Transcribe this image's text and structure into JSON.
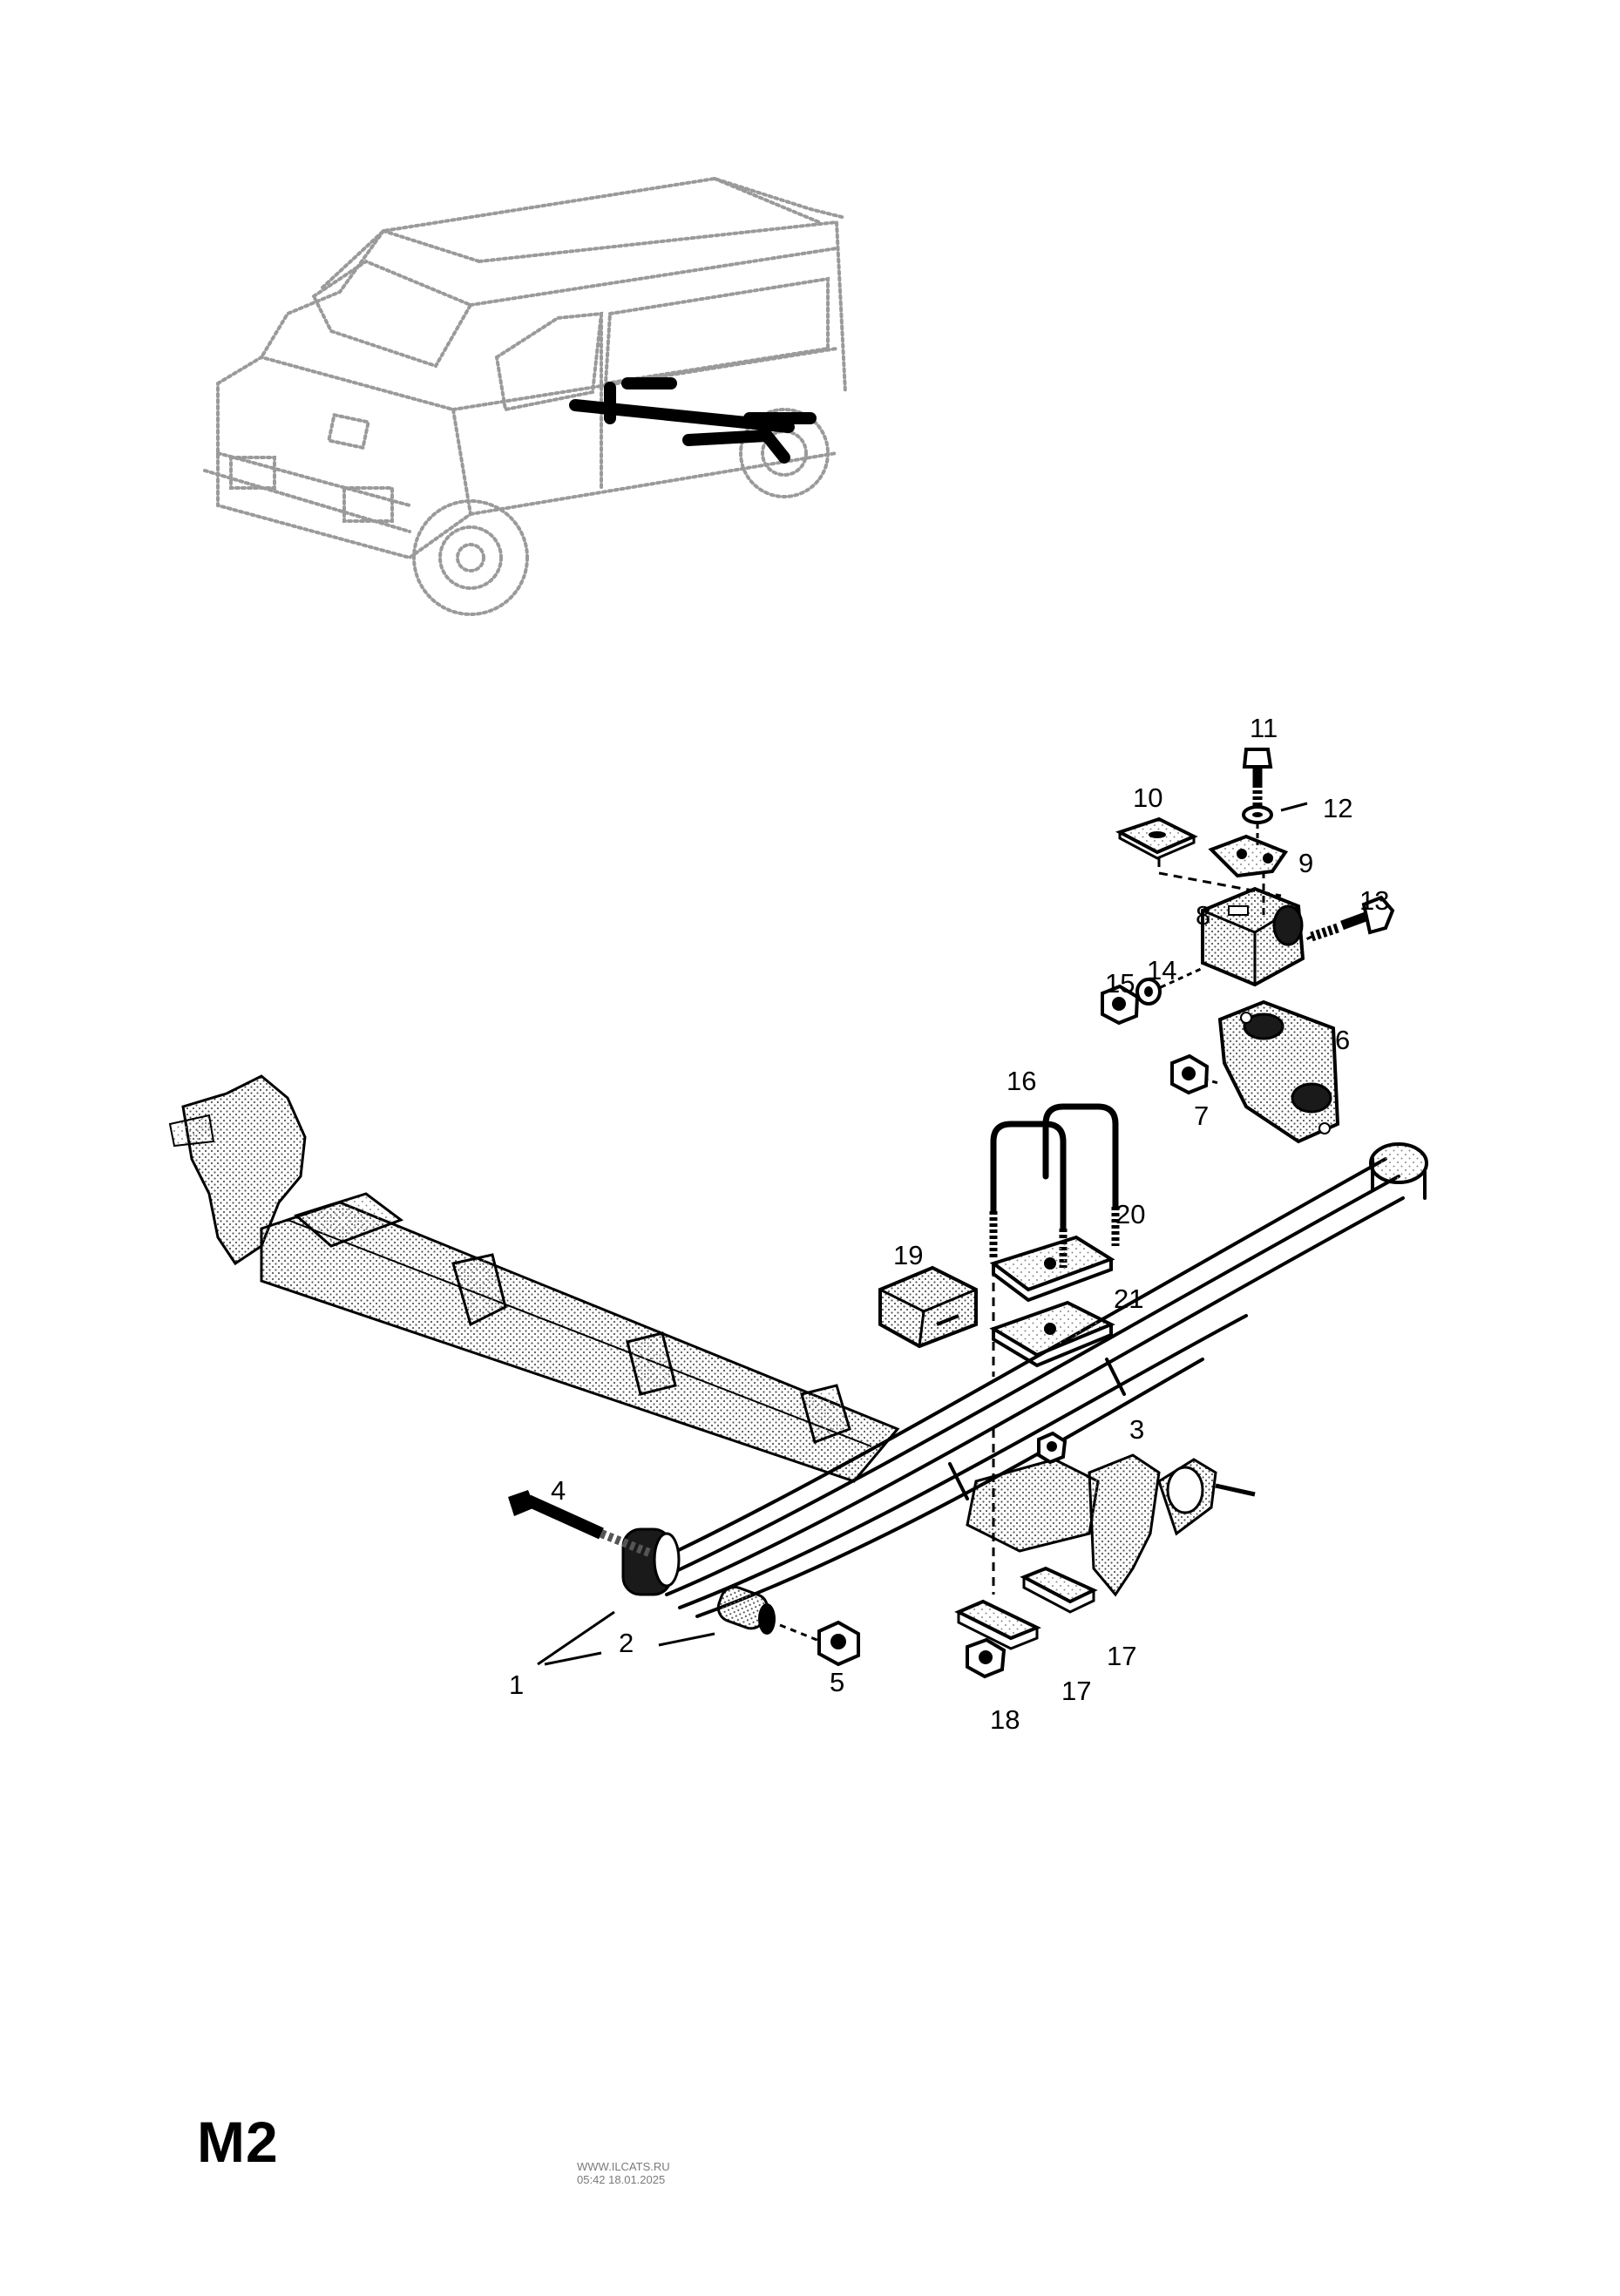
{
  "diagram": {
    "page_code": "M2",
    "callouts": {
      "c1": "1",
      "c2": "2",
      "c3": "3",
      "c4": "4",
      "c5": "5",
      "c6": "6",
      "c7": "7",
      "c8": "8",
      "c9": "9",
      "c10": "10",
      "c11": "11",
      "c12": "12",
      "c13": "13",
      "c14": "14",
      "c15": "15",
      "c16": "16",
      "c17a": "17",
      "c17b": "17",
      "c18": "18",
      "c19": "19",
      "c20": "20",
      "c21": "21"
    },
    "watermark": {
      "site": "WWW.ILCATS.RU",
      "stamp": "05:42 18.01.2025"
    }
  }
}
